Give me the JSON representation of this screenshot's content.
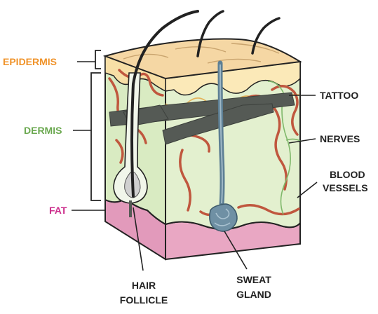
{
  "labels": {
    "epidermis": "EPIDERMIS",
    "dermis": "DERMIS",
    "fat": "FAT",
    "tattoo": "TATTOO",
    "nerves": "NERVES",
    "blood_vessels_line1": "BLOOD",
    "blood_vessels_line2": "VESSELS",
    "hair_follicle_line1": "HAIR",
    "hair_follicle_line2": "FOLLICLE",
    "sweat_gland_line1": "SWEAT",
    "sweat_gland_line2": "GLAND"
  },
  "colors": {
    "epidermis_label": "#f0932a",
    "dermis_label": "#6aa84f",
    "fat_label": "#cc2e8c",
    "dark_label": "#222222",
    "epidermis_fill": "#fbe9b8",
    "dermis_fill": "#e3f0cf",
    "fat_fill": "#e9a7c3",
    "tattoo_ink": "#555a55",
    "vessels": "#c0573e",
    "sweat_gland": "#5d7f94"
  }
}
